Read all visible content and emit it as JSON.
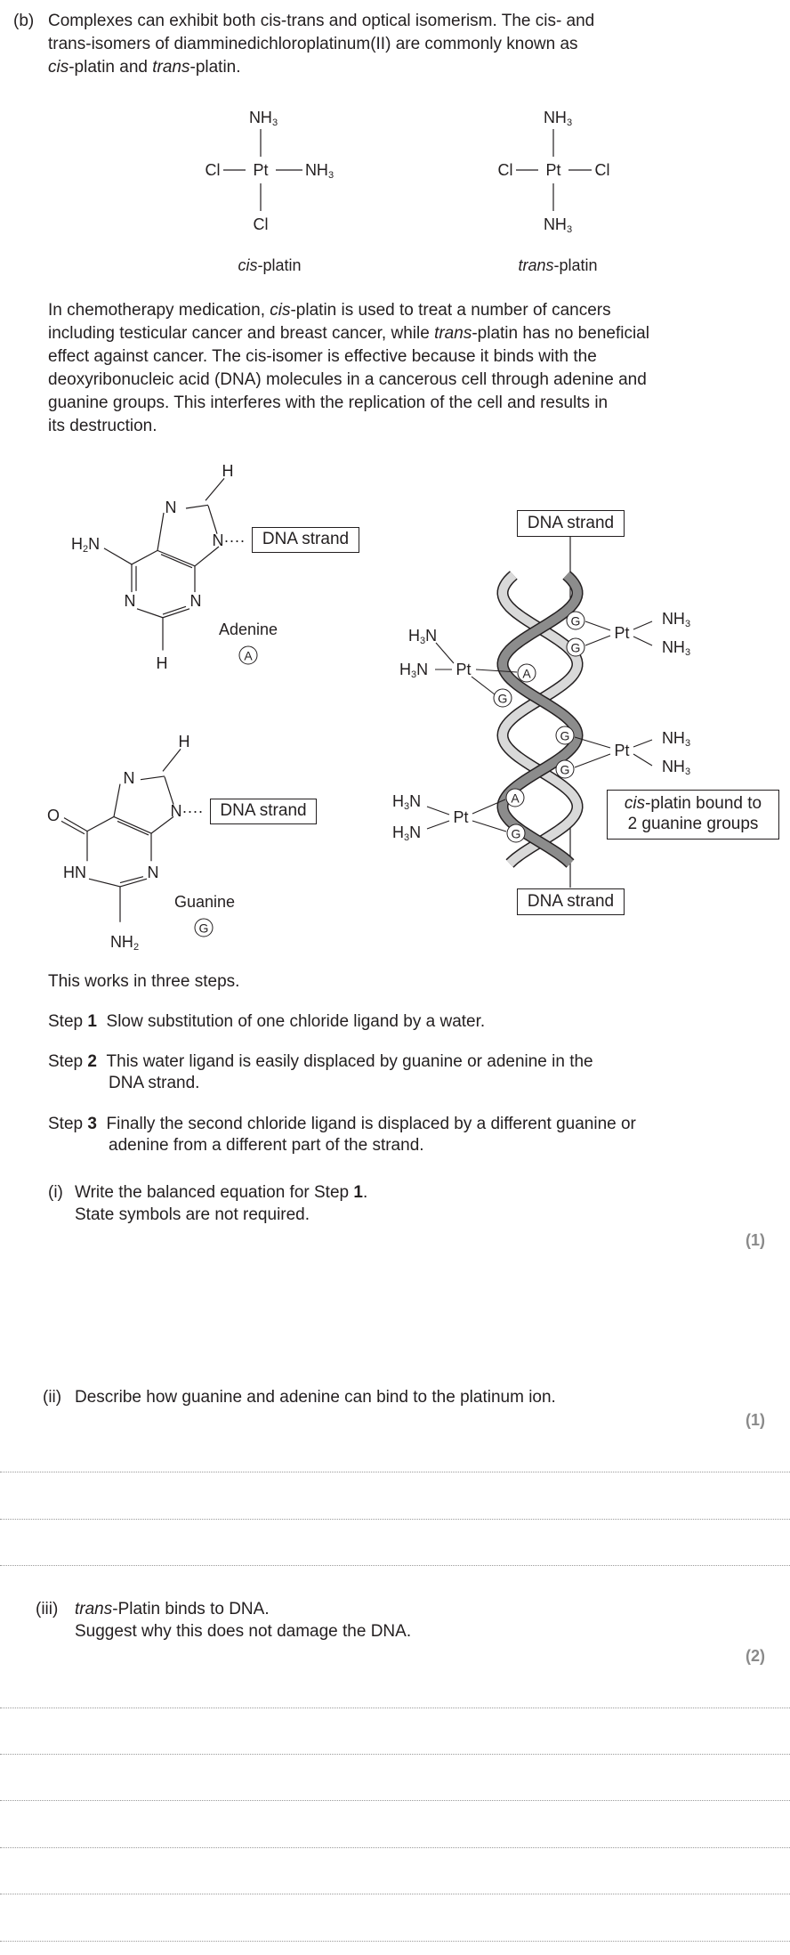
{
  "intro": {
    "part_label": "(b)",
    "lines": [
      "Complexes can exhibit both cis-trans and optical isomerism. The cis- and",
      "trans-isomers of diamminedichloroplatinum(II) are commonly known as"
    ],
    "line3_cis": "cis",
    "line3_mid": "-platin and ",
    "line3_trans": "trans",
    "line3_end": "-platin."
  },
  "structures": {
    "cis": {
      "top": "NH",
      "left": "Cl",
      "center": "Pt",
      "right": "NH",
      "bottom": "Cl",
      "label_italic": "cis",
      "label_rest": "-platin"
    },
    "trans": {
      "top": "NH",
      "left": "Cl",
      "center": "Pt",
      "right": "Cl",
      "bottom": "NH",
      "label_italic": "trans",
      "label_rest": "-platin"
    },
    "sub3": "3",
    "sub2": "2"
  },
  "paragraph": {
    "l1a": "In chemotherapy medication, ",
    "l1b": "cis",
    "l1c": "-platin is used to treat a number of cancers",
    "l2a": "including testicular cancer and breast cancer, while ",
    "l2b": "trans",
    "l2c": "-platin has no beneficial",
    "l3": "effect against cancer.  The cis-isomer is effective because it binds with the",
    "l4": "deoxyribonucleic acid (DNA) molecules in a cancerous cell through adenine and",
    "l5": "guanine groups.  This interferes with the replication of the cell and results in",
    "l6": "its destruction."
  },
  "diagram": {
    "dna_strand": "DNA strand",
    "adenine": {
      "name": "Adenine",
      "symbol": "A",
      "H": "H",
      "N": "N",
      "H2N": "H"
    },
    "guanine": {
      "name": "Guanine",
      "symbol": "G",
      "H": "H",
      "N": "N",
      "O": "O",
      "HN": "HN",
      "NH2": "NH"
    },
    "helix": {
      "pt": "Pt",
      "nh": "NH",
      "hn": "H",
      "n": "N",
      "G": "G",
      "A": "A"
    },
    "cis_box_italic": "cis",
    "cis_box_rest": "-platin bound to",
    "cis_box_line2": "2 guanine groups",
    "dots": "····"
  },
  "steps": {
    "intro": "This works in three steps.",
    "items": [
      {
        "label": "Step",
        "num": "1",
        "text": "Slow substitution of one chloride ligand by a water.",
        "text2": ""
      },
      {
        "label": "Step",
        "num": "2",
        "text": "This water ligand is easily displaced by guanine or adenine in the",
        "text2": "DNA strand."
      },
      {
        "label": "Step",
        "num": "3",
        "text": "Finally the second chloride ligand is displaced by a different guanine or",
        "text2": "adenine from a different part of the strand."
      }
    ]
  },
  "questions": [
    {
      "num": "(i)",
      "line1a": "Write the balanced equation for Step ",
      "line1b": "1",
      "line1c": ".",
      "line2": "State symbols are not required.",
      "marks": "(1)"
    },
    {
      "num": "(ii)",
      "line1": "Describe how guanine and adenine can bind to the platinum ion.",
      "marks": "(1)"
    },
    {
      "num": "(iii)",
      "line1a": "trans",
      "line1b": "-Platin binds to DNA.",
      "line2": "Suggest why this does not damage the DNA.",
      "marks": "(2)"
    }
  ]
}
